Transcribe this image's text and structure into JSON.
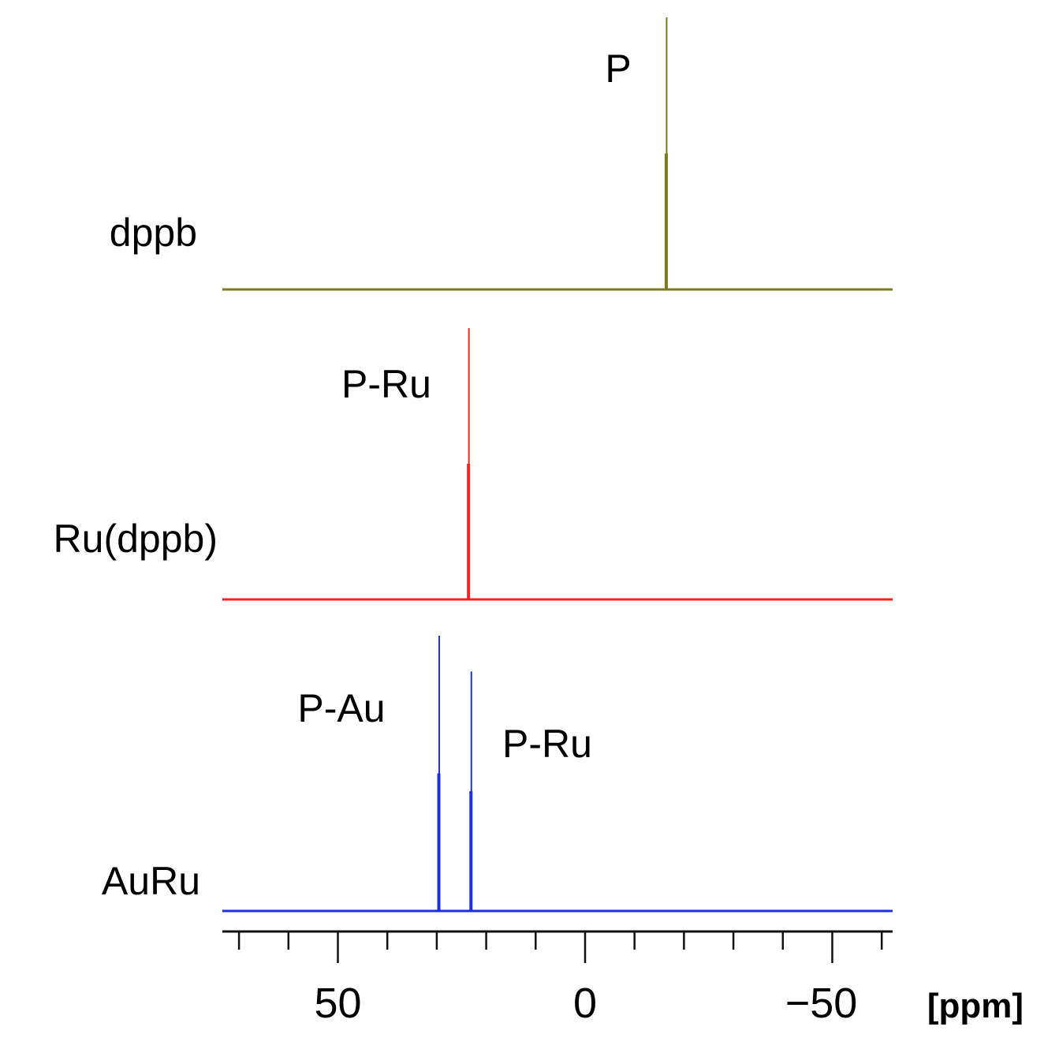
{
  "chart_data": {
    "type": "line",
    "xlabel": "[ppm]",
    "xlim": [
      73.5,
      -62
    ],
    "x_reversed": true,
    "ticks": {
      "major": [
        50,
        0,
        -50
      ],
      "major_labels": [
        "50",
        "0",
        "−50"
      ],
      "minor": [
        70,
        60,
        40,
        30,
        20,
        10,
        -10,
        -20,
        -30,
        -40,
        -60
      ]
    },
    "grid": false,
    "series": [
      {
        "name": "dppb",
        "color": "#7a7a1c",
        "peaks": [
          {
            "x": -16.5,
            "height": 1.0,
            "label": "P"
          }
        ]
      },
      {
        "name": "Ru(dppb)",
        "color": "#ff2020",
        "peaks": [
          {
            "x": 23.5,
            "height": 1.0,
            "label": "P-Ru"
          }
        ]
      },
      {
        "name": "AuRu",
        "color": "#1f2fe0",
        "peaks": [
          {
            "x": 29.5,
            "height": 1.0,
            "label": "P-Au"
          },
          {
            "x": 23.0,
            "height": 0.87,
            "label": "P-Ru"
          }
        ]
      }
    ]
  }
}
